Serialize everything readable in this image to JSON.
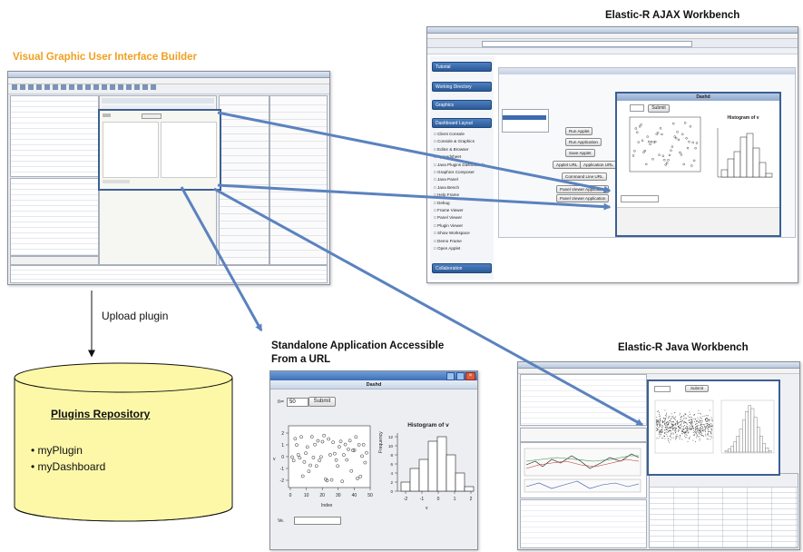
{
  "titles": {
    "vgui": "Visual Graphic User Interface  Builder",
    "ajax": "Elastic-R AJAX Workbench",
    "standalone_line1": "Standalone Application Accessible",
    "standalone_line2": "From a URL",
    "java": "Elastic-R Java Workbench"
  },
  "upload_label": "Upload plugin",
  "repository": {
    "title": "Plugins Repository",
    "items": [
      "myPlugin",
      "myDashboard"
    ]
  },
  "standalone_app": {
    "window_title": "Dashd",
    "input_label": "n=",
    "input_value": "50",
    "submit_label": "Submit",
    "hist_title": "Histogram of v",
    "hist_xlabel": "v",
    "hist_ylabel": "Frequency",
    "hist_xticks": [
      "-2",
      "-1",
      "0",
      "1",
      "2"
    ],
    "hist_yticks": [
      "0",
      "2",
      "4",
      "6",
      "8",
      "10",
      "12"
    ],
    "scatter_xlabel": "Index",
    "scatter_ylabel": "v",
    "scatter_xticks": [
      "0",
      "10",
      "20",
      "30",
      "40",
      "50"
    ],
    "scatter_yticks": [
      "-2",
      "-1",
      "0",
      "1",
      "2"
    ],
    "bottom_label": "Ve."
  },
  "ajax_app": {
    "window_title": "Dashd",
    "submit_label": "Submit",
    "hist_title": "Histogram of v",
    "buttons": [
      "Run Applet",
      "Run Application",
      "Save Applet",
      "Applet URL",
      "Application URL",
      "Command Line URL",
      "Panel Viewer Application",
      "Panel Viewer Application"
    ],
    "sidebar": [
      "Tutorial",
      "Working Directory",
      "Graphics",
      "Dashboard Layout",
      "Collaboration"
    ],
    "plugin_items": [
      "Client Console",
      "Console & Graphics",
      "Editor & Browser",
      "Spreadsheet",
      "Java Plugins Dashboards",
      "Graphics Composer",
      "Java Panel",
      "Java Bench",
      "Help Frame",
      "Debug",
      "Frame Viewer",
      "Panel Viewer",
      "Plugin Viewer",
      "Show Workspace",
      "Demo Frame",
      "Open Applet"
    ]
  },
  "colors": {
    "accent_orange": "#f0a020",
    "arrow_blue": "#5b82bf",
    "highlight_blue": "#3c5f93",
    "cylinder_fill": "#fdf8a8"
  }
}
